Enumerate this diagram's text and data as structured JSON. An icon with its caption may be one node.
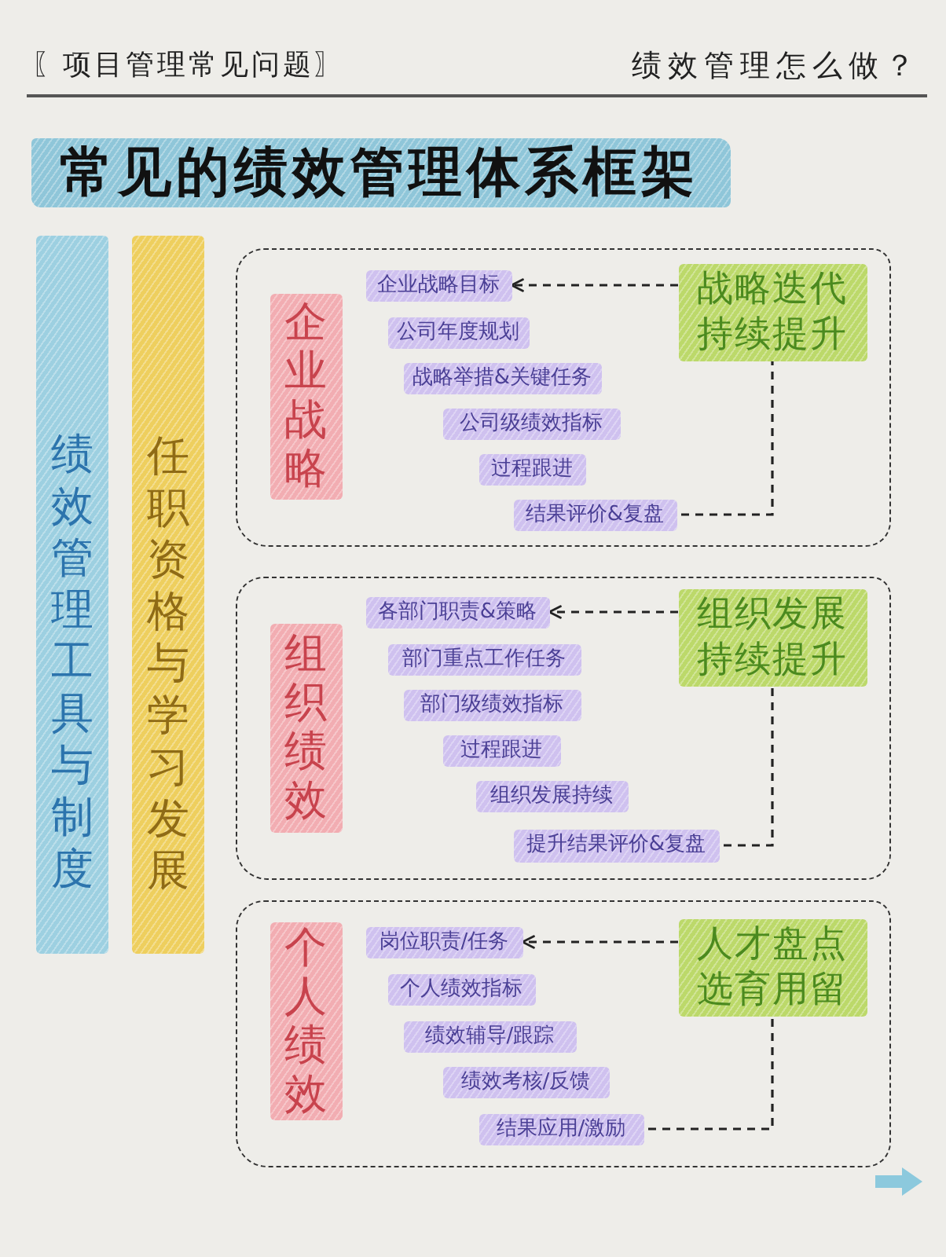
{
  "diagram": {
    "title": "常见的绩效管理体系框架",
    "nodes": [
      {
        "text": [
          "绩效管理工具与制度"
        ]
      },
      {
        "text": [
          "任职资格与学习发展"
        ]
      },
      {
        "text": [],
        "shape": "box"
      },
      {
        "text": [
          "企业战略"
        ],
        "in": 2
      },
      {
        "text": [
          "企业战略目标"
        ],
        "in": 2
      },
      {
        "text": [
          "公司年度规划"
        ],
        "in": 2
      },
      {
        "text": [
          "战略举措&关键任务"
        ],
        "in": 2
      },
      {
        "text": [
          "公司级绩效指标"
        ],
        "in": 2
      },
      {
        "text": [
          "过程跟进"
        ],
        "in": 2
      },
      {
        "text": [
          "结果评价&复盘"
        ],
        "in": 2
      },
      {
        "text": [
          "战略迭代持续提升"
        ],
        "in": 2
      },
      {
        "text": [],
        "shape": "box"
      },
      {
        "text": [
          "组织绩效"
        ],
        "in": 11
      },
      {
        "text": [
          "各部门职责&策略"
        ],
        "in": 11
      },
      {
        "text": [
          "部门重点工作任务"
        ],
        "in": 11
      },
      {
        "text": [
          "部门级绩效指标"
        ],
        "in": 11
      },
      {
        "text": [
          "过程跟进"
        ],
        "in": 11
      },
      {
        "text": [
          "组织发展持续"
        ],
        "in": 11
      },
      {
        "text": [
          "提升结果评价&复盘"
        ],
        "in": 11
      },
      {
        "text": [
          "组织发展持续提升"
        ],
        "in": 11
      },
      {
        "text": [],
        "shape": "box"
      },
      {
        "text": [
          "个人绩效"
        ],
        "in": 20
      },
      {
        "text": [
          "岗位职责/任务"
        ],
        "in": 20
      },
      {
        "text": [
          "个人绩效指标"
        ],
        "in": 20
      },
      {
        "text": [
          "绩效辅导/跟踪"
        ],
        "in": 20
      },
      {
        "text": [
          "绩效考核/反馈"
        ],
        "in": 20
      },
      {
        "text": [
          "结果应用/激励"
        ],
        "in": 20
      },
      {
        "text": [
          "人才盘点选育用留"
        ],
        "in": 20
      }
    ],
    "edges": [
      {
        "from": 10,
        "to": 4,
        "arrow": "to",
        "style": "dashed"
      },
      {
        "from": 9,
        "to": 10,
        "arrow": "none",
        "style": "dashed"
      },
      {
        "from": 19,
        "to": 13,
        "arrow": "to",
        "style": "dashed"
      },
      {
        "from": 18,
        "to": 19,
        "arrow": "none",
        "style": "dashed"
      },
      {
        "from": 27,
        "to": 22,
        "arrow": "to",
        "style": "dashed"
      },
      {
        "from": 26,
        "to": 27,
        "arrow": "none",
        "style": "dashed"
      }
    ],
    "labels": [
      "〖项目管理常见问题〗",
      "绩效管理怎么做？"
    ]
  }
}
